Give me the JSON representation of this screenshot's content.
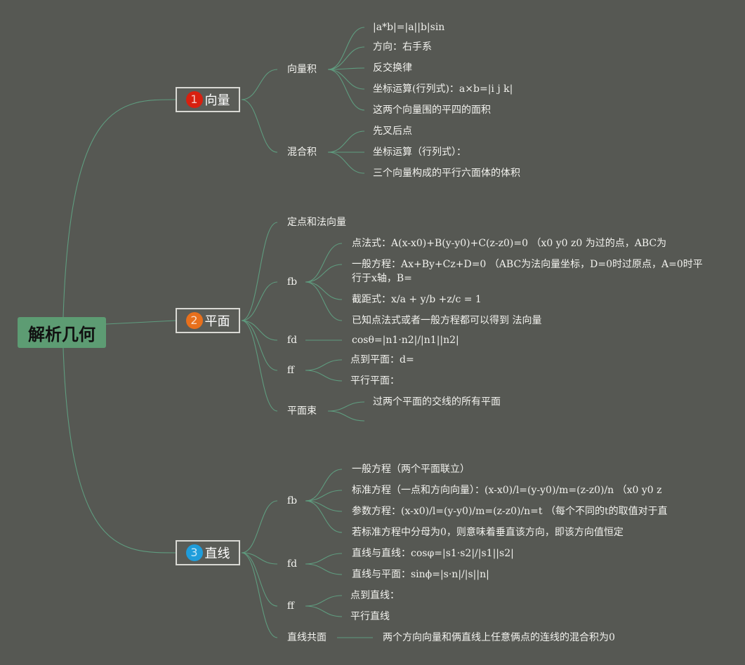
{
  "colors": {
    "background": "#565853",
    "root": "#5d9c73",
    "link": "#5f9c7f",
    "badge1": "#d8200f",
    "badge2": "#e8701c",
    "badge3": "#1f9ddb"
  },
  "root": {
    "title": "解析几何"
  },
  "topics": [
    {
      "number": "1",
      "label": "向量",
      "badge_color": "#d8200f",
      "badge_icon": "number-badge-icon"
    },
    {
      "number": "2",
      "label": "平面",
      "badge_color": "#e8701c",
      "badge_icon": "number-badge-icon"
    },
    {
      "number": "3",
      "label": "直线",
      "badge_color": "#1f9ddb",
      "badge_icon": "number-badge-icon"
    }
  ],
  "vector": {
    "cross": {
      "label": "向量积",
      "items": [
        "|a*b|=|a||b|sin",
        "方向：右手系",
        "反交换律",
        "坐标运算(行列式)：a×b=|i j k|",
        "这两个向量围的平四的面积"
      ]
    },
    "mixed": {
      "label": "混合积",
      "items": [
        "先叉后点",
        "坐标运算（行列式）：",
        "三个向量构成的平行六面体的体积"
      ]
    }
  },
  "plane": {
    "point_normal": "定点和法向量",
    "fb": {
      "label": "fb",
      "items": [
        "点法式：A(x-x0)+B(y-y0)+C(z-z0)=0 （x0 y0 z0 为过的点，ABC为",
        "一般方程：Ax+By+Cz+D=0 （ABC为法向量坐标，D=0时过原点，A=0时平行于x轴，B=",
        "截距式：x/a + y/b +z/c = 1",
        "已知点法式或者一般方程都可以得到 法向量"
      ]
    },
    "fd": {
      "label": "fd",
      "items": [
        "cosθ=|n1·n2|/|n1||n2|"
      ]
    },
    "ff": {
      "label": "ff",
      "items": [
        "点到平面：d=",
        "平行平面："
      ]
    },
    "pencil": {
      "label": "平面束",
      "items": [
        "过两个平面的交线的所有平面",
        ""
      ]
    }
  },
  "line": {
    "fb": {
      "label": "fb",
      "items": [
        "一般方程（两个平面联立）",
        "标准方程（一点和方向向量）：(x-x0)/l=(y-y0)/m=(z-z0)/n （x0 y0 z",
        "参数方程：(x-x0)/l=(y-y0)/m=(z-z0)/n=t （每个不同的t的取值对于直",
        "若标准方程中分母为0，则意味着垂直该方向，即该方向值恒定"
      ]
    },
    "fd": {
      "label": "fd",
      "items": [
        "直线与直线：cosφ=|s1·s2|/|s1||s2|",
        "直线与平面：sinϕ=|s·n|/|s||n|"
      ]
    },
    "ff": {
      "label": "ff",
      "items": [
        "点到直线：",
        "平行直线"
      ]
    },
    "coplanar": {
      "label": "直线共面",
      "items": [
        "两个方向向量和俩直线上任意俩点的连线的混合积为0"
      ]
    }
  }
}
